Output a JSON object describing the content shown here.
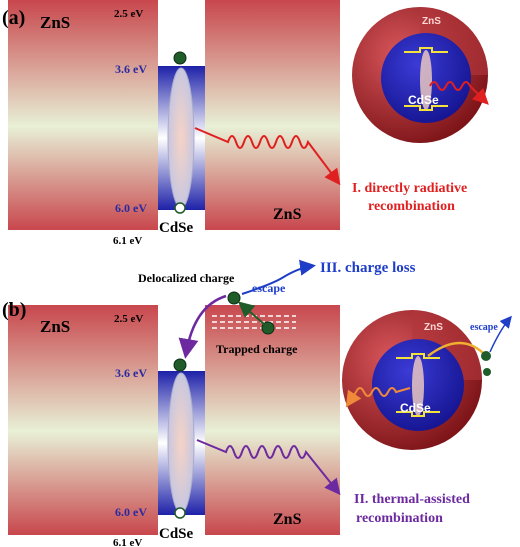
{
  "colors": {
    "zns_red": "#c8474d",
    "zns_mid": "#e8f0d6",
    "cdse_blue": "#1d21a8",
    "electron": "#1f5c2a",
    "radiative": "#e02020",
    "loss": "#1f3ec8",
    "thermal": "#6d2aa0",
    "shell_dark": "#8f1e22",
    "core_blue": "#2a2ac0"
  },
  "panel_a": {
    "label": "(a)",
    "zns_left": "ZnS",
    "zns_right": "ZnS",
    "cdse": "CdSe",
    "e_25": "2.5 eV",
    "e_36": "3.6 eV",
    "e_60": "6.0 eV",
    "e_61": "6.1 eV",
    "caption_line1": "I. directly radiative",
    "caption_line2": "recombination",
    "sphere_shell": "ZnS",
    "sphere_core": "CdSe"
  },
  "panel_b": {
    "label": "(b)",
    "zns_left": "ZnS",
    "zns_right": "ZnS",
    "cdse": "CdSe",
    "e_25": "2.5 eV",
    "e_36": "3.6 eV",
    "e_60": "6.0 eV",
    "e_61": "6.1 eV",
    "delocalized": "Delocalized charge",
    "escape": "escape",
    "charge_loss": "III. charge loss",
    "trapped": "Trapped charge",
    "caption_line1": "II. thermal-assisted",
    "caption_line2": "recombination",
    "sphere_shell": "ZnS",
    "sphere_core": "CdSe",
    "sphere_escape": "escape"
  }
}
